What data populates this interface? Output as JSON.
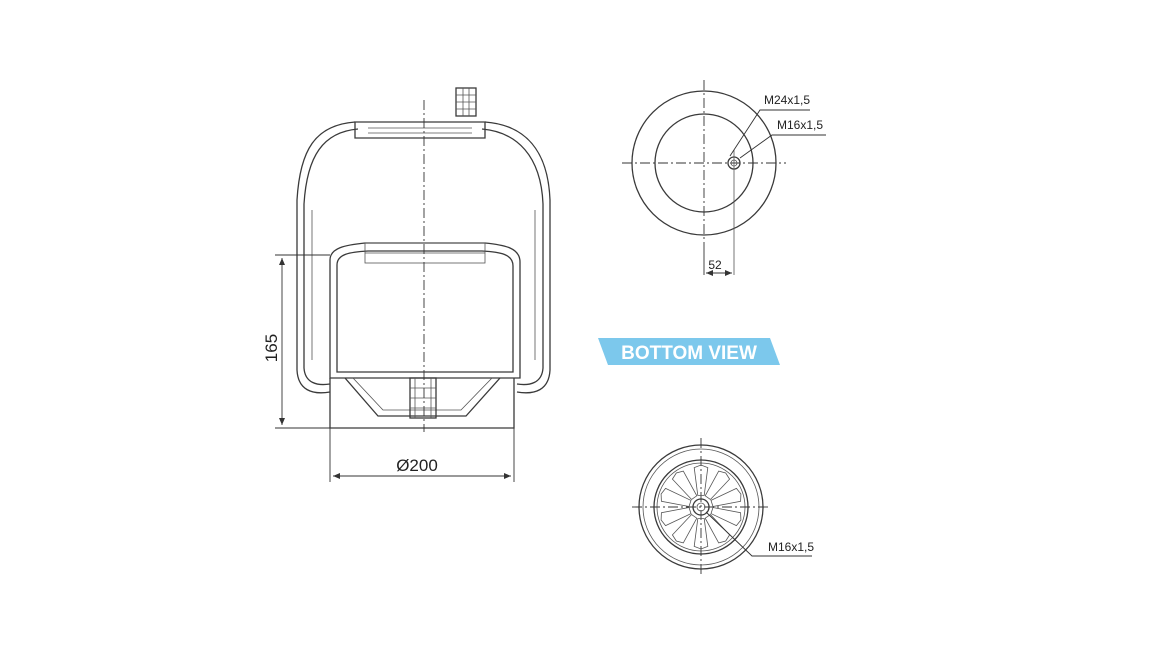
{
  "side_view": {
    "height_dim": "165",
    "diameter_dim": "Ø200"
  },
  "top_view": {
    "thread_large": "M24x1,5",
    "thread_small": "M16x1,5",
    "offset_dim": "52"
  },
  "bottom_view": {
    "banner": "BOTTOM VIEW",
    "banner_color": "#7cc8ec",
    "thread": "M16x1,5"
  }
}
